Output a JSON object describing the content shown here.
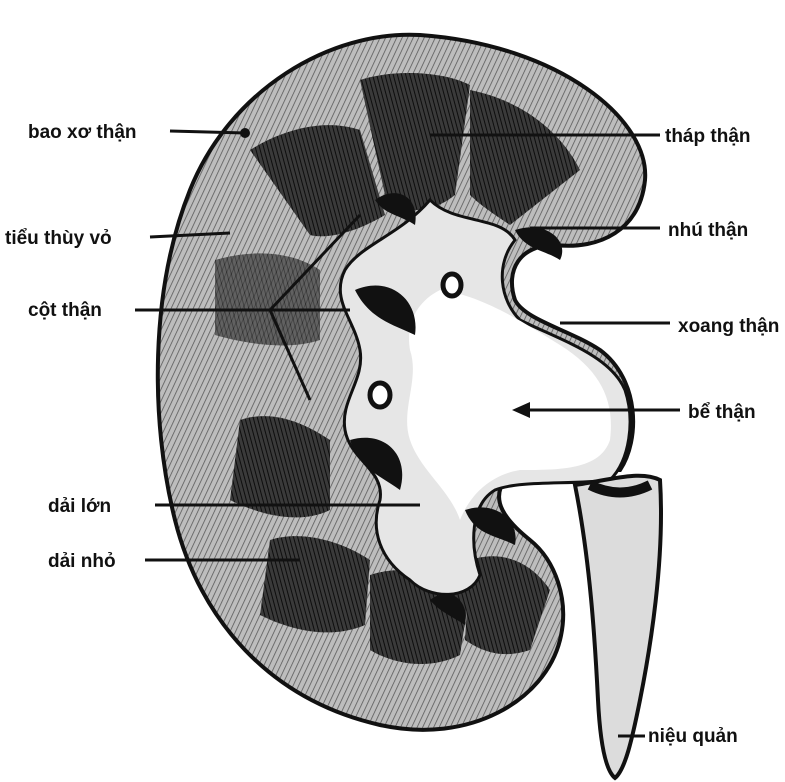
{
  "labels": {
    "fibrous_capsule": "bao xơ thận",
    "cortical_lobule": "tiểu thùy vỏ",
    "renal_column": "cột thận",
    "large_strip": "dải lớn",
    "small_strip": "dải nhỏ",
    "renal_pyramid": "tháp thận",
    "renal_papilla": "nhú thận",
    "renal_sinus": "xoang thận",
    "renal_pelvis": "bể thận",
    "ureter": "niệu quản"
  },
  "colors": {
    "ink": "#111111",
    "paper": "#ffffff",
    "cortex": "#9a9a9a",
    "medulla": "#2a2a2a",
    "sinus_fat": "#e6e6e6"
  }
}
